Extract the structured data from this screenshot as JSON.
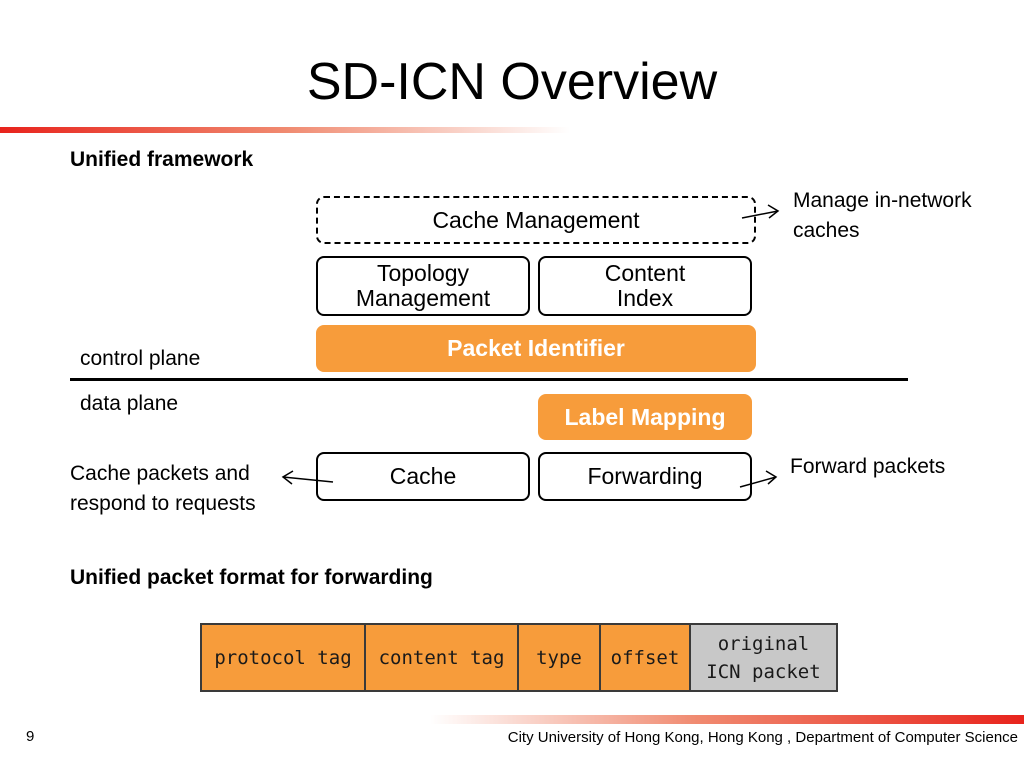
{
  "slide": {
    "title": "SD-ICN Overview",
    "page_number": "9",
    "footer": "City University of Hong Kong, Hong Kong , Department of Computer Science"
  },
  "framework": {
    "heading": "Unified framework",
    "boxes": {
      "cache_management": "Cache Management",
      "topology_line1": "Topology",
      "topology_line2": "Management",
      "content_line1": "Content",
      "content_line2": "Index",
      "packet_identifier": "Packet Identifier",
      "label_mapping": "Label Mapping",
      "cache": "Cache",
      "forwarding": "Forwarding"
    },
    "planes": {
      "control": "control plane",
      "data": "data plane"
    },
    "annotations": {
      "manage_line1": "Manage in-network",
      "manage_line2": "caches",
      "forward": "Forward packets",
      "cache_line1": "Cache packets and",
      "cache_line2": "respond to requests"
    },
    "colors": {
      "orange": "#f79c3b",
      "accent_red": "#e8231c"
    }
  },
  "packet_format": {
    "heading": "Unified packet format for forwarding",
    "fields": {
      "protocol": "protocol tag",
      "content": "content tag",
      "type": "type",
      "offset": "offset",
      "original_line1": "original",
      "original_line2": "ICN packet"
    },
    "colors": {
      "field": "#f79c3b",
      "original": "#c8c8c8"
    }
  }
}
